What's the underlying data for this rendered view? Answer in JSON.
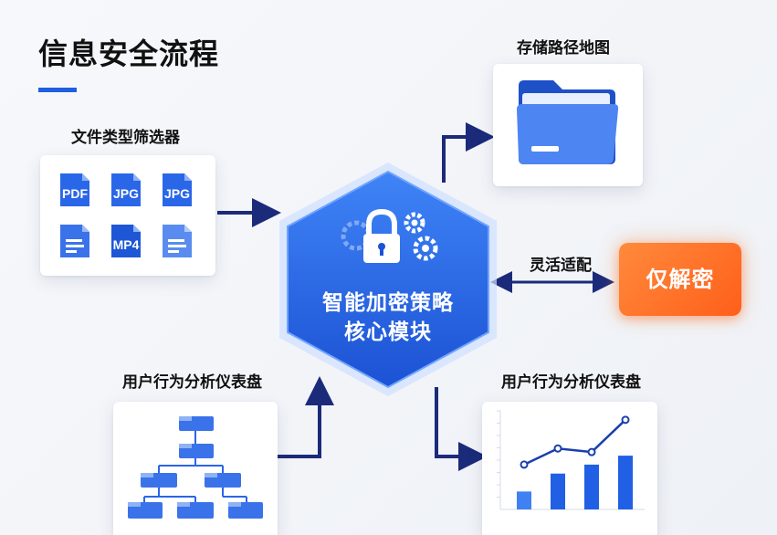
{
  "title": "信息安全流程",
  "labels": {
    "file_filter": "文件类型筛选器",
    "storage_map": "存储路径地图",
    "flexible": "灵活适配",
    "dashboard_left": "用户行为分析仪表盘",
    "dashboard_right": "用户行为分析仪表盘"
  },
  "files": [
    "PDF",
    "JPG",
    "JPG",
    "",
    "MP4",
    ""
  ],
  "core": {
    "line1": "智能加密策略",
    "line2": "核心模块"
  },
  "decrypt_only": "仅解密",
  "colors": {
    "accent": "#1f5fe0",
    "orange": "#ff6a22",
    "arrow": "#1b2b7a"
  },
  "chart_data": {
    "type": "bar",
    "categories": [
      "",
      "",
      "",
      ""
    ],
    "values": [
      2,
      4,
      5,
      6
    ],
    "line_values": [
      5,
      6.8,
      6.4,
      10
    ],
    "xlabel": "",
    "ylabel": "",
    "ylim": [
      0,
      11
    ]
  }
}
